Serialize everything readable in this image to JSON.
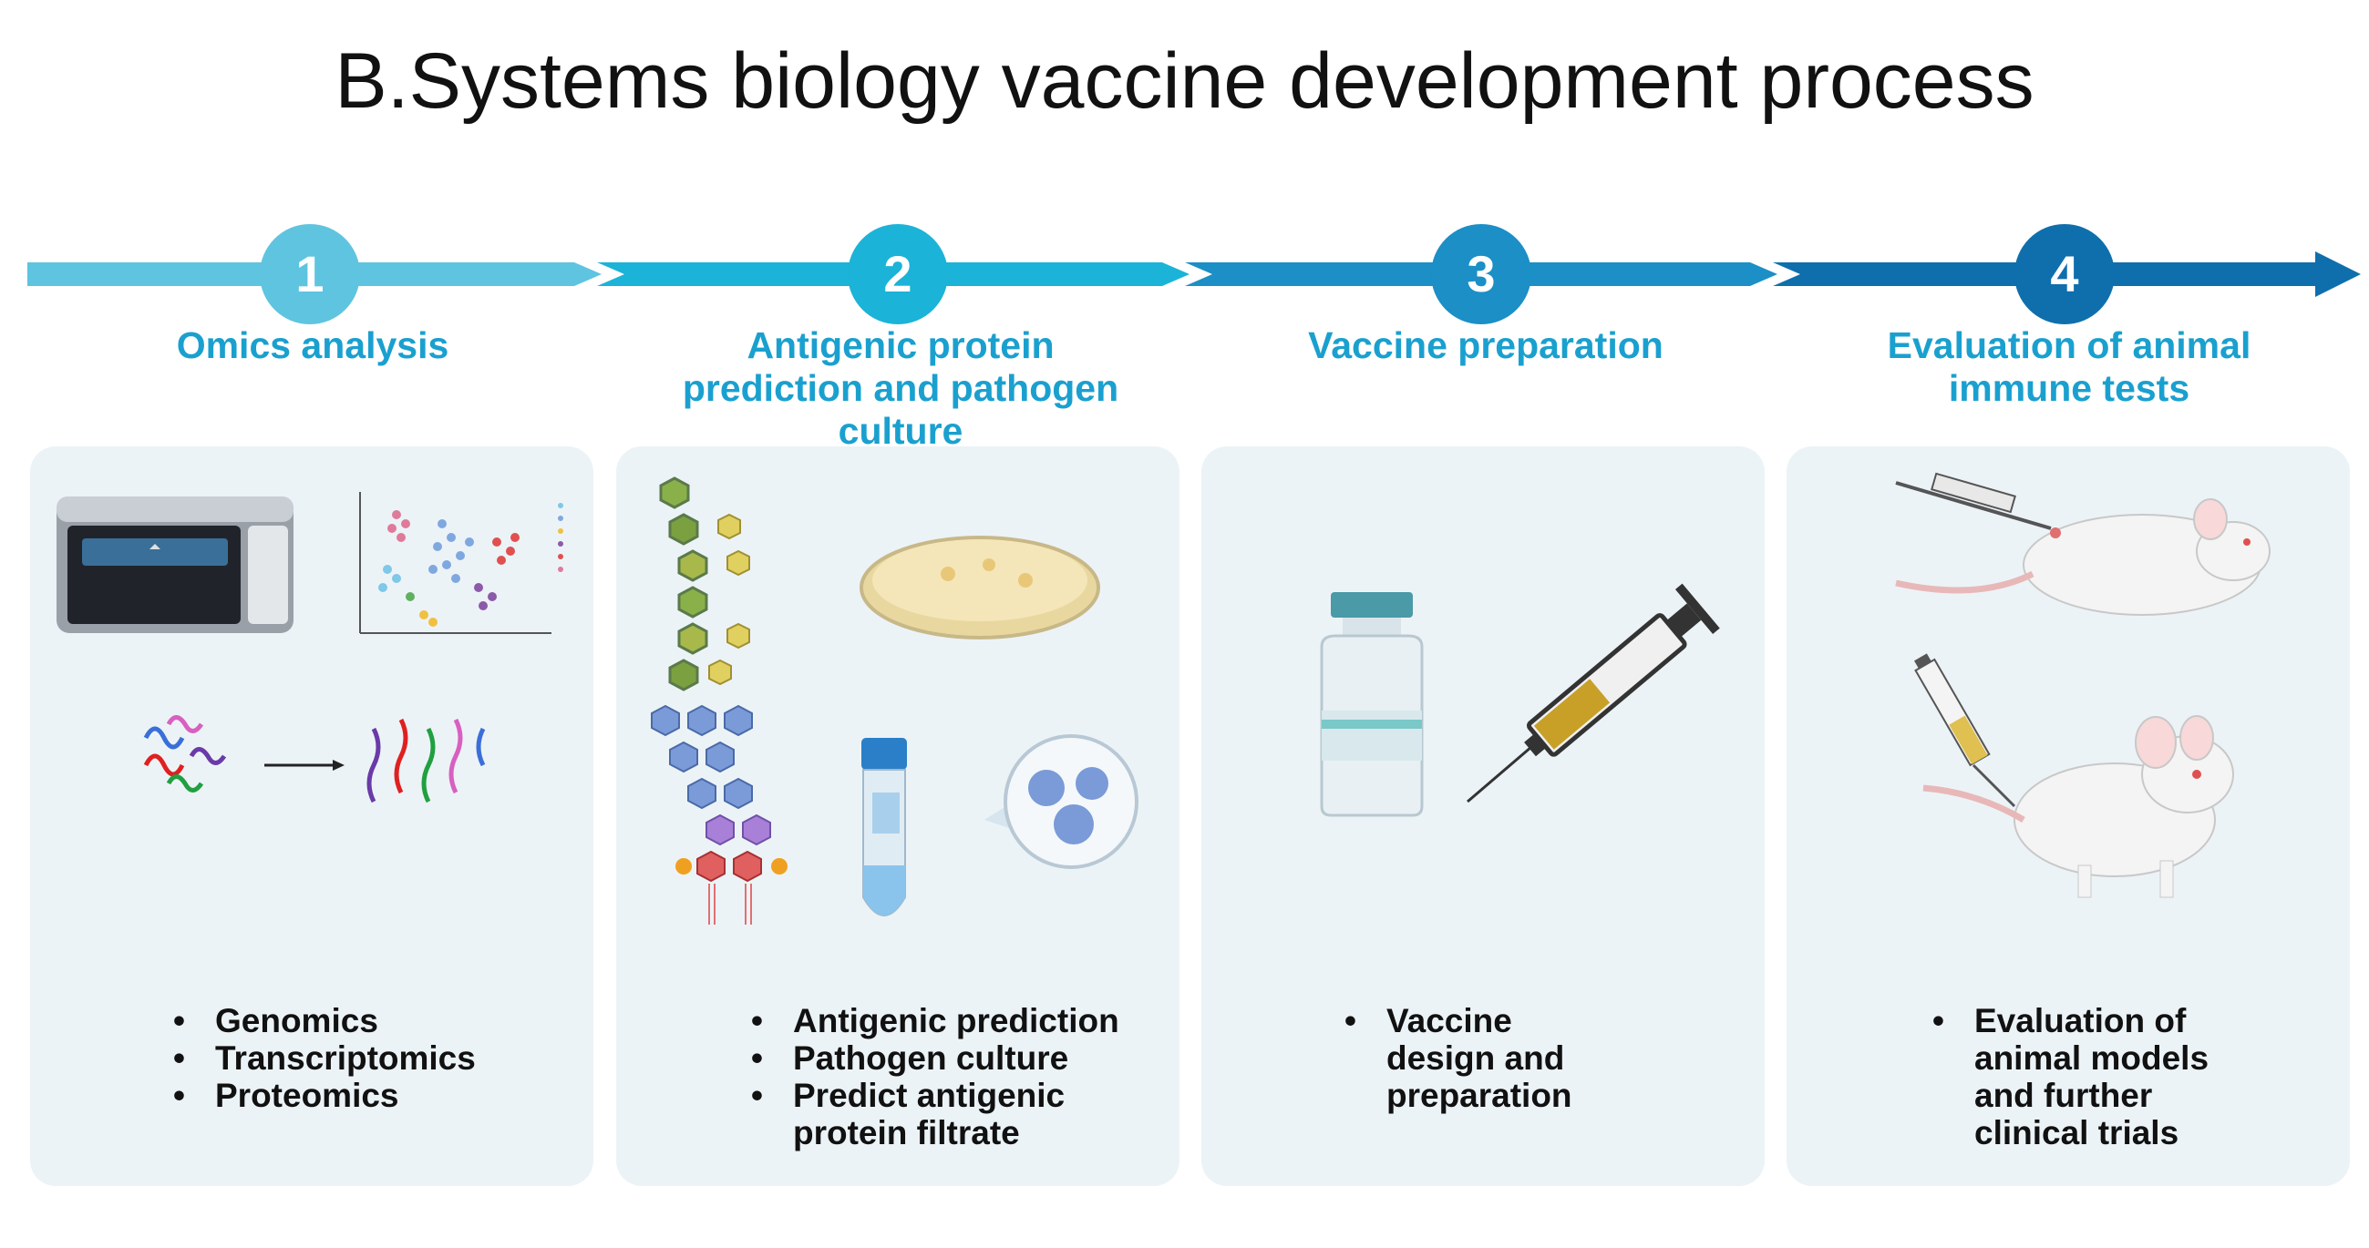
{
  "title": "B.Systems biology vaccine development process",
  "steps": [
    {
      "number": "1",
      "title": "Omics analysis",
      "bullets": [
        "Genomics",
        "Transcriptomics",
        "Proteomics"
      ]
    },
    {
      "number": "2",
      "title": "Antigenic protein prediction and pathogen culture",
      "bullets": [
        "Antigenic prediction",
        "Pathogen culture",
        "Predict antigenic protein filtrate"
      ]
    },
    {
      "number": "3",
      "title": "Vaccine preparation",
      "bullets": [
        "Vaccine design and preparation"
      ]
    },
    {
      "number": "4",
      "title": "Evaluation of animal immune tests",
      "bullets": [
        "Evaluation of animal models and further clinical trials"
      ]
    }
  ],
  "colors": {
    "step1": "#5fc4df",
    "step2": "#1bb3d8",
    "step3": "#1b8fc6",
    "step4": "#0f6fac",
    "title_text": "#1aa0cf",
    "panel": "#ecf3f7"
  },
  "icons": {
    "step1": [
      "sequencer-icon",
      "tsne-plot-icon",
      "protein-unfolding-icon"
    ],
    "step2": [
      "peptide-chain-icon",
      "petri-dish-icon",
      "culture-tube-icon",
      "magnified-cells-icon"
    ],
    "step3": [
      "vaccine-vial-icon",
      "syringe-icon"
    ],
    "step4": [
      "mouse-injection-icon",
      "mouse-oral-dose-icon"
    ]
  }
}
